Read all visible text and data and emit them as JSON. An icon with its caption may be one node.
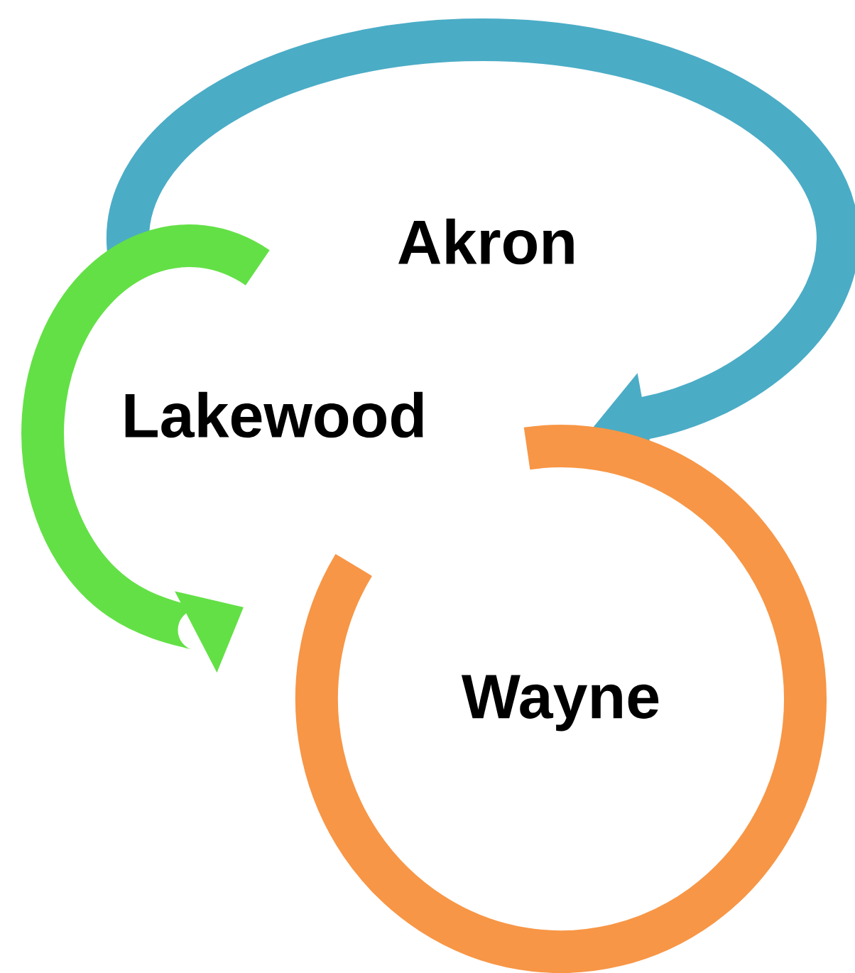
{
  "diagram": {
    "nodes": [
      {
        "text": [
          "Akron"
        ]
      },
      {
        "text": [
          "Lakewood"
        ]
      },
      {
        "text": [
          "Wayne"
        ]
      }
    ]
  }
}
